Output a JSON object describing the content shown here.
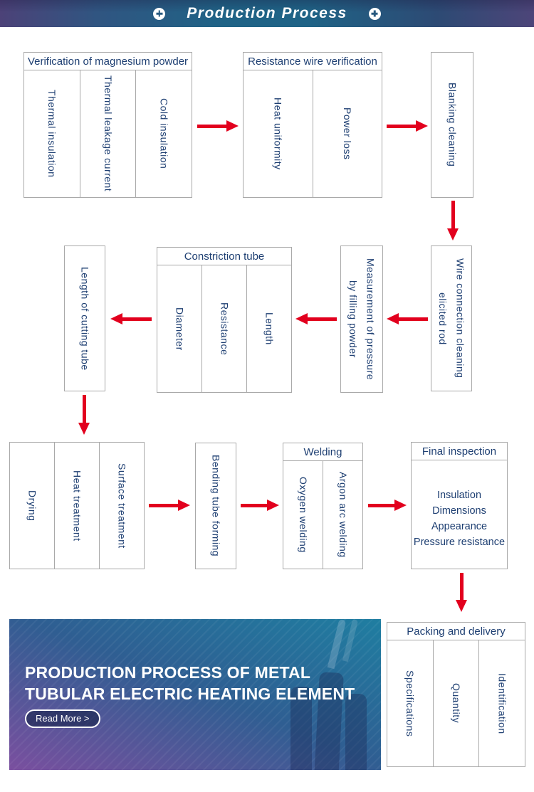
{
  "header": {
    "title": "Production Process"
  },
  "flow": {
    "boxes": {
      "verification": {
        "title": "Verification of magnesium powder",
        "items": [
          "Thermal insulation",
          "Thermal leakage current",
          "Cold insulation"
        ]
      },
      "resistance": {
        "title": "Resistance wire verification",
        "items": [
          "Heat uniformity",
          "Power loss"
        ]
      },
      "blanking": {
        "label": "Blanking cleaning"
      },
      "wire_connection": {
        "label": "Wire connection cleaning\nelicited rod"
      },
      "measurement": {
        "label": "Measurement of pressure\nby filling powder"
      },
      "constriction": {
        "title": "Constriction tube",
        "items": [
          "Diameter",
          "Resistance",
          "Length"
        ]
      },
      "cutting": {
        "label": "Length of cutting tube"
      },
      "treatment": {
        "items": [
          "Drying",
          "Heat treatment",
          "Surface treatment"
        ]
      },
      "bending": {
        "label": "Bending tube forming"
      },
      "welding": {
        "title": "Welding",
        "items": [
          "Oxygen welding",
          "Argon arc welding"
        ]
      },
      "final_inspection": {
        "title": "Final inspection",
        "items": [
          "Insulation",
          "Dimensions",
          "Appearance",
          "Pressure resistance"
        ]
      },
      "packing": {
        "title": "Packing and delivery",
        "items": [
          "Specifications",
          "Quantity",
          "Identification"
        ]
      }
    }
  },
  "banner": {
    "title_line1": "PRODUCTION PROCESS OF METAL",
    "title_line2": "TUBULAR ELECTRIC HEATING ELEMENT",
    "button_label": "Read More >"
  },
  "colors": {
    "arrow_red": "#e2001e",
    "text_navy": "#1e3f72",
    "bar_teal": "#1f6386",
    "bar_purple": "#4c4278",
    "banner_teal": "#1f7ea1",
    "banner_purple": "#7a4f9f"
  }
}
